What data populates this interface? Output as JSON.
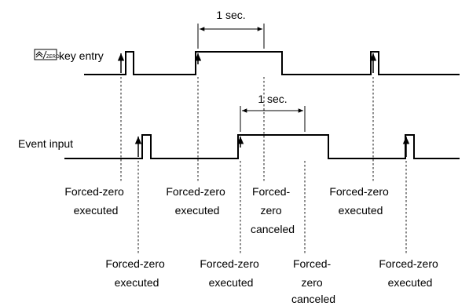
{
  "signals": {
    "key_entry_label": "key entry",
    "key_icon_text": "ZERO",
    "event_input_label": "Event input"
  },
  "intervals": {
    "top": "1 sec.",
    "bottom": "1 sec."
  },
  "annotations": {
    "row1": [
      [
        "Forced-zero",
        "executed"
      ],
      [
        "Forced-zero",
        "executed"
      ],
      [
        "Forced-",
        "zero",
        "canceled"
      ],
      [
        "Forced-zero",
        "executed"
      ]
    ],
    "row2": [
      [
        "Forced-zero",
        "executed"
      ],
      [
        "Forced-zero",
        "executed"
      ],
      [
        "Forced-",
        "zero",
        "canceled"
      ],
      [
        "Forced-zero",
        "executed"
      ]
    ]
  }
}
